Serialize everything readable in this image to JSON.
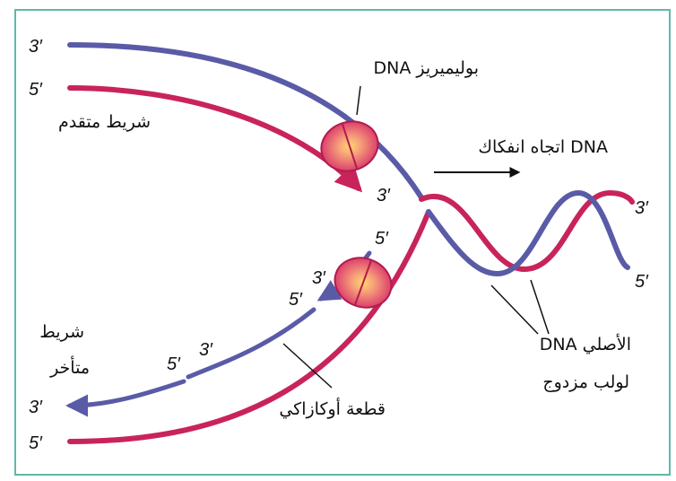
{
  "colors": {
    "blue_strand": "#5a5ba7",
    "red_strand": "#c8245a",
    "polymerase_fill": "#e0507a",
    "polymerase_highlight": "#ffd96a",
    "frame_border": "#5fb8a8",
    "line": "#111111"
  },
  "labels": {
    "top_blue_end": "3′",
    "top_red_end": "5′",
    "leading_strand": "شريط متقدم",
    "polymerase": "DNA بوليميريز",
    "leading_new_end": "3′",
    "unwinding_direction": "اتجاه انفكاك DNA",
    "helix_top_end": "3′",
    "helix_bottom_end": "5′",
    "lagging_new_5": "5′",
    "lagging_poly_3": "3′",
    "lagging_poly_5": "5′",
    "okazaki_3": "3′",
    "okazaki_5": "5′",
    "lagging_strand_line1": "شريط",
    "lagging_strand_line2": "متأخر",
    "bottom_blue_end": "3′",
    "bottom_red_end": "5′",
    "okazaki_fragment": "قطعة أوكازاكي",
    "original_dna_line1": "DNA الأصلي",
    "original_dna_line2": "لولب مزدوج"
  }
}
